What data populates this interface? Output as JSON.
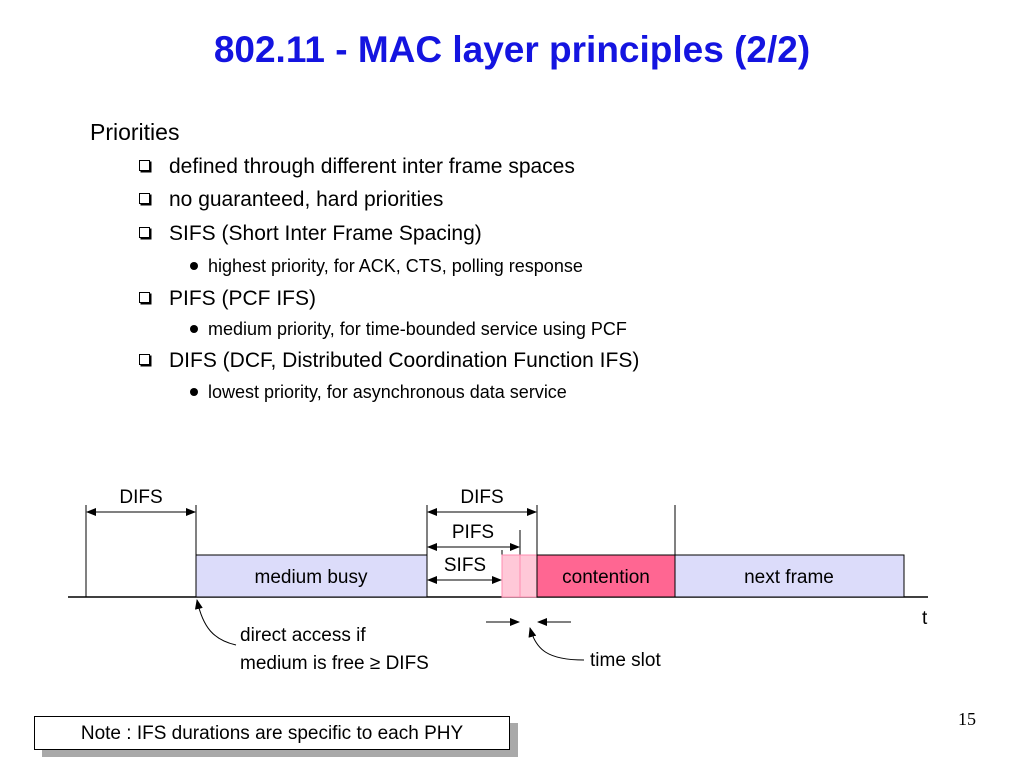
{
  "slide": {
    "title": "802.11 - MAC layer principles (2/2)",
    "page_number": "15"
  },
  "bullets": {
    "heading": "Priorities",
    "items": [
      {
        "text": "defined through different inter frame spaces"
      },
      {
        "text": "no guaranteed, hard priorities"
      },
      {
        "text": "SIFS (Short Inter Frame Spacing)",
        "sub": "highest priority, for ACK, CTS, polling response"
      },
      {
        "text": "PIFS (PCF IFS)",
        "sub": "medium priority, for time-bounded service using PCF"
      },
      {
        "text": "DIFS (DCF, Distributed Coordination Function IFS)",
        "sub": "lowest priority, for asynchronous data service"
      }
    ]
  },
  "diagram": {
    "labels": {
      "difs_left": "DIFS",
      "difs_right": "DIFS",
      "pifs": "PIFS",
      "sifs": "SIFS",
      "medium_busy": "medium busy",
      "contention": "contention",
      "next_frame": "next frame",
      "t": "t",
      "direct_access_line1": "direct access if",
      "direct_access_line2": "medium is free ≥ DIFS",
      "time_slot": "time slot"
    },
    "colors": {
      "busy_fill": "#dcdcfa",
      "contention_fill": "#ff6692",
      "slot_fill": "#ffc8d8",
      "title_color": "#1414e0"
    }
  },
  "note": "Note : IFS durations are specific to each PHY"
}
